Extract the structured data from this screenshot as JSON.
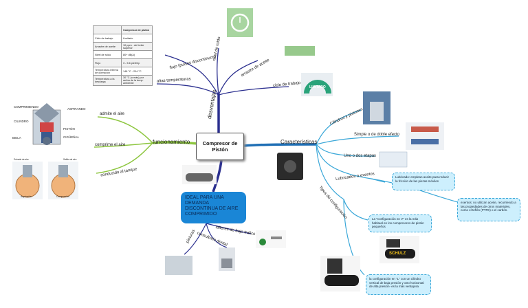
{
  "central": {
    "title": "Compresor de Pistón"
  },
  "branches": {
    "funcionamiento": "funcionamiento",
    "caracteristicas": "Características",
    "desventajas": "desventajas"
  },
  "funcionamiento_items": [
    "admite el aire",
    "comprime el aire",
    "conducido al tanque"
  ],
  "desventajas_items": [
    "flujo (pulsos discontinuos)",
    "nivel de ruido",
    "arrastre de aceite",
    "altas temperaturas",
    "ciclo de trabajo"
  ],
  "caracteristicas_items": [
    "Cilindros y pistones",
    "Simple o de doble efecto",
    "Uno o dos etapas",
    "Lubricados o exentos",
    "Tipos de configuración"
  ],
  "ideal_text": "IDEAL PARA UNA DEMANDA DISCONTINUA DE AIRE COMPRIMIDO",
  "ideal_items": [
    "talleres de bajo trafico",
    "consultorio dental",
    "pinturas"
  ],
  "notes": {
    "lubricados": "Lubricado: emplean aceite para reducir la fricción de las piezas móviles",
    "exentos": "exentos: no utilizan aceite, recurriendo a las propiedades de otros materiales, como el teflón (PTFE) o el carbón.",
    "config_v": "La \"configuración en V\" es la más habitual en los compresores de pistón pequeños",
    "config_l": "la configuración en \"L\" con un cilindro vertical de baja presión y otro horizontal de alta presión- es la más ventajosa"
  },
  "spec_table": {
    "header": [
      "",
      "Compresor de pistón"
    ],
    "rows": [
      [
        "Ciclo de trabajo",
        "Limitado"
      ],
      [
        "Arrastre de aceite",
        "10 ppm - de límite superior"
      ],
      [
        "Nivel de ruido",
        "80+ dB(A)"
      ],
      [
        "Flujo",
        "3 - 5.6 pie3/hp"
      ],
      [
        "Temperatura interna de operación",
        "148 °C - 204 °C"
      ],
      [
        "Temperatura a la descarga",
        "30 °C (o más) por arriba de la temp. ambiente"
      ]
    ]
  },
  "diagram_labels": {
    "comprimiendo": "COMPRIMIENDO",
    "aspirando": "ASPIRANDO",
    "cilindro": "CILINDRO",
    "piston": "PISTÓN",
    "biela": "BIELA",
    "ciguenal": "CIGÜEÑAL",
    "aspiracion": "Aspiración",
    "compresion": "Compresión",
    "entrada": "Entrada de aire",
    "salida": "Salida de aire"
  },
  "thumb_labels": {
    "limitado": "LIMITADO",
    "schulz": "SCHULZ"
  },
  "colors": {
    "funcionamiento": "#8dc63f",
    "caracteristicas": "#1f6fb5",
    "desventajas": "#2b2f8f",
    "ideal": "#1a86d6",
    "note_bg": "#cdeffd"
  }
}
